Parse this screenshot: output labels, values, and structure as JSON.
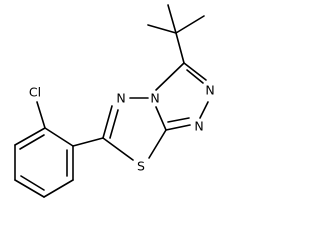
{
  "molecule": {
    "atoms": {
      "cl": "Cl",
      "s": "S",
      "n_bridge_left": "N",
      "n_bridgehead": "N",
      "n_triazole_upper": "N",
      "n_triazole_lower": "N"
    }
  }
}
